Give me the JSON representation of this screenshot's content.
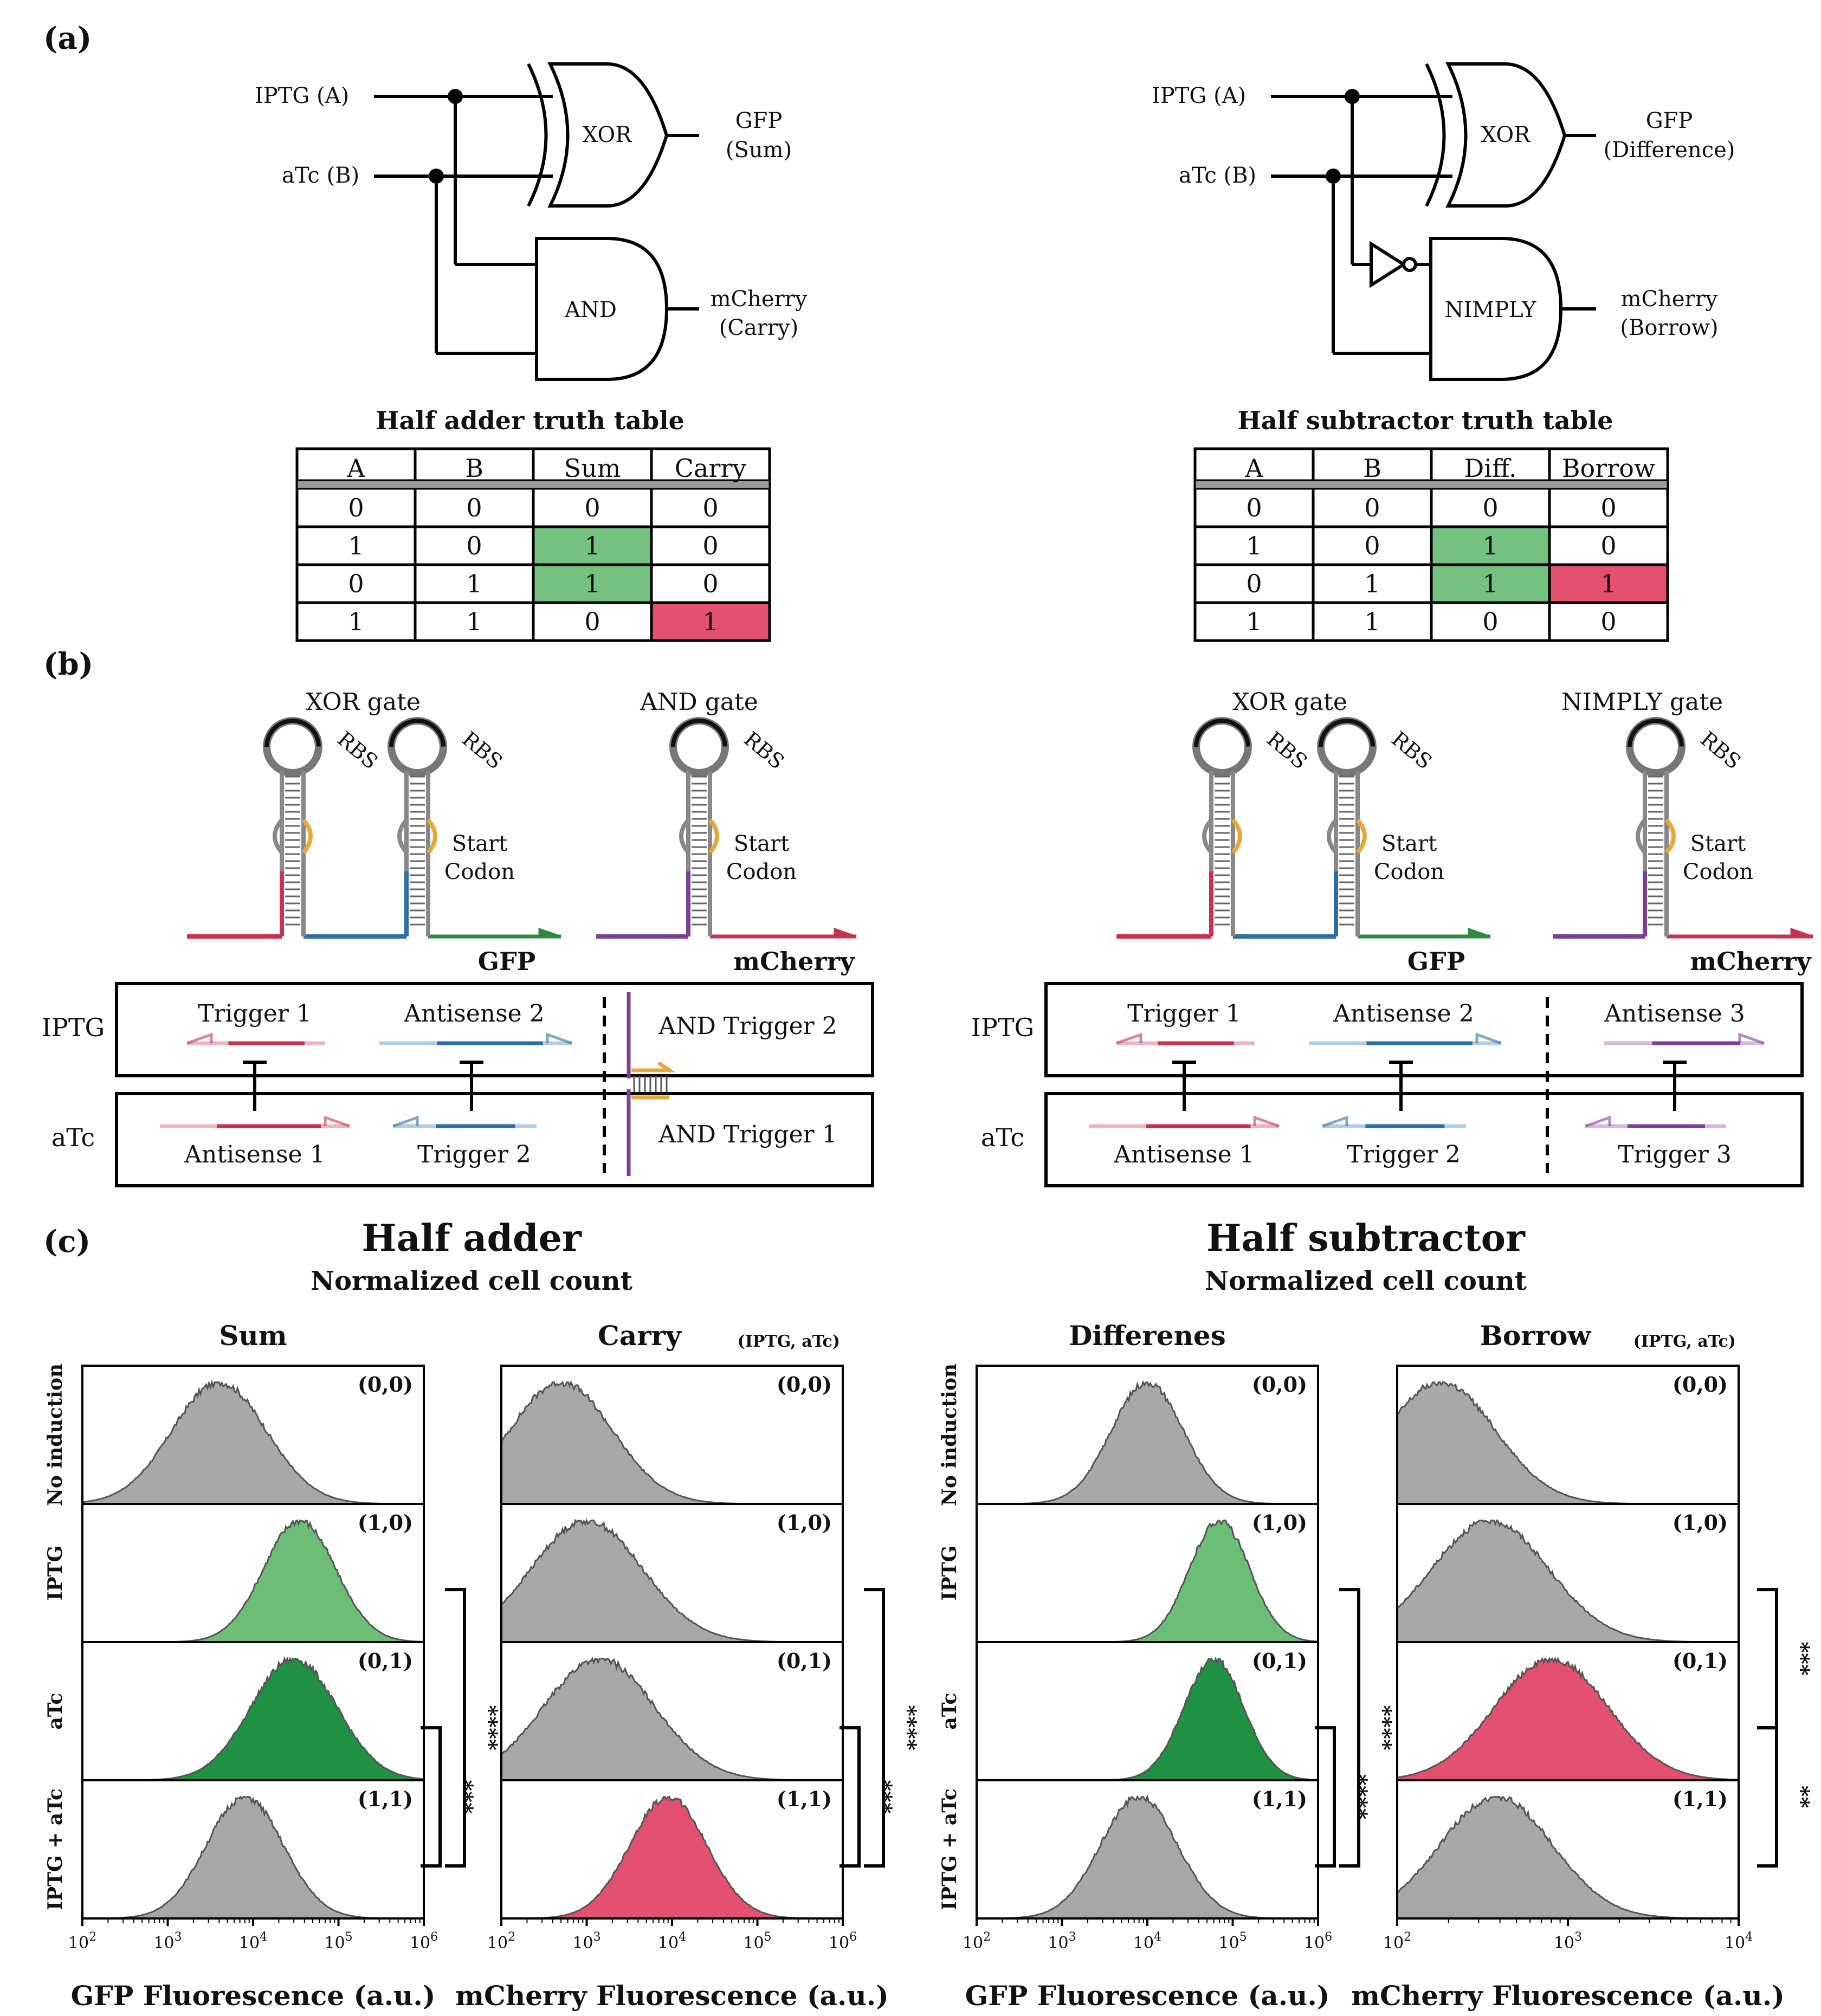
{
  "panel_labels": {
    "a": "(a)",
    "b": "(b)",
    "c": "(c)"
  },
  "circuits": {
    "adder": {
      "input_a": "IPTG (A)",
      "input_b": "aTc (B)",
      "gate1": "XOR",
      "gate2": "AND",
      "out1_line1": "GFP",
      "out1_line2": "(Sum)",
      "out2_line1": "mCherry",
      "out2_line2": "(Carry)"
    },
    "subtractor": {
      "input_a": "IPTG (A)",
      "input_b": "aTc (B)",
      "gate1": "XOR",
      "gate2": "NIMPLY",
      "out1_line1": "GFP",
      "out1_line2": "(Difference)",
      "out2_line1": "mCherry",
      "out2_line2": "(Borrow)"
    }
  },
  "truth_tables": {
    "adder": {
      "title": "Half adder truth table",
      "headers": [
        "A",
        "B",
        "Sum",
        "Carry"
      ],
      "rows": [
        [
          "0",
          "0",
          "0",
          "0"
        ],
        [
          "1",
          "0",
          "1",
          "0"
        ],
        [
          "0",
          "1",
          "1",
          "0"
        ],
        [
          "1",
          "1",
          "0",
          "1"
        ]
      ],
      "highlight": [
        [
          null,
          null,
          null,
          null
        ],
        [
          null,
          null,
          "green",
          null
        ],
        [
          null,
          null,
          "green",
          null
        ],
        [
          null,
          null,
          null,
          "pink"
        ]
      ]
    },
    "subtractor": {
      "title": "Half subtractor truth table",
      "headers": [
        "A",
        "B",
        "Diff.",
        "Borrow"
      ],
      "rows": [
        [
          "0",
          "0",
          "0",
          "0"
        ],
        [
          "1",
          "0",
          "1",
          "0"
        ],
        [
          "0",
          "1",
          "1",
          "1"
        ],
        [
          "1",
          "1",
          "0",
          "0"
        ]
      ],
      "highlight": [
        [
          null,
          null,
          null,
          null
        ],
        [
          null,
          null,
          "green",
          null
        ],
        [
          null,
          null,
          "green",
          "pink"
        ],
        [
          null,
          null,
          null,
          null
        ]
      ]
    }
  },
  "colors": {
    "green": "#75c17f",
    "pink": "#e4506f",
    "dark_green": "#1e9242",
    "light_green": "#6cbd76",
    "gray_hist": "#a8a8a8",
    "red": "#c8324e",
    "blue": "#2c6ea6",
    "purple": "#7b3f97",
    "orange": "#e7a83a",
    "seq_green": "#2b8a3e"
  },
  "parts": {
    "adder": {
      "gate1_title": "XOR gate",
      "gate2_title": "AND gate",
      "rbs": "RBS",
      "start_line1": "Start",
      "start_line2": "Codon",
      "reporter1": "GFP",
      "reporter2": "mCherry",
      "row1": "IPTG",
      "row2": "aTc",
      "iptg_items": [
        "Trigger 1",
        "Antisense 2",
        "AND Trigger 2"
      ],
      "atc_items": [
        "Antisense 1",
        "Trigger 2",
        "AND Trigger 1"
      ]
    },
    "subtractor": {
      "gate1_title": "XOR gate",
      "gate2_title": "NIMPLY gate",
      "rbs": "RBS",
      "start_line1": "Start",
      "start_line2": "Codon",
      "reporter1": "GFP",
      "reporter2": "mCherry",
      "row1": "IPTG",
      "row2": "aTc",
      "iptg_items": [
        "Trigger 1",
        "Antisense 2",
        "Antisense 3"
      ],
      "atc_items": [
        "Antisense 1",
        "Trigger 2",
        "Trigger 3"
      ]
    }
  },
  "chart_data": [
    {
      "type": "area",
      "title": "Half adder",
      "subtitle": "Normalized cell count",
      "column_title": "Sum",
      "xlabel": "GFP Fluorescence (a.u.)",
      "x_scale": "log",
      "xlim": [
        100,
        1000000
      ],
      "x_ticks": [
        "10^2",
        "10^3",
        "10^4",
        "10^5",
        "10^6"
      ],
      "row_labels": [
        "No induction",
        "IPTG",
        "aTc",
        "IPTG + aTc"
      ],
      "series": [
        {
          "name": "(0,0)",
          "peak_x": 4000,
          "width_decades": 0.55,
          "color": "gray"
        },
        {
          "name": "(1,0)",
          "peak_x": 35000,
          "width_decades": 0.42,
          "color": "light_green"
        },
        {
          "name": "(0,1)",
          "peak_x": 30000,
          "width_decades": 0.5,
          "color": "dark_green"
        },
        {
          "name": "(1,1)",
          "peak_x": 8000,
          "width_decades": 0.45,
          "color": "gray"
        }
      ],
      "significance": [
        {
          "rows": [
            1,
            3
          ],
          "label": "****"
        },
        {
          "rows": [
            2,
            3
          ],
          "label": "***"
        }
      ]
    },
    {
      "type": "area",
      "column_title": "Carry",
      "condition_header": "(IPTG, aTc)",
      "xlabel": "mCherry Fluorescence (a.u.)",
      "x_scale": "log",
      "xlim": [
        100,
        1000000
      ],
      "x_ticks": [
        "10^2",
        "10^3",
        "10^4",
        "10^5",
        "10^6"
      ],
      "series": [
        {
          "name": "(0,0)",
          "peak_x": 500,
          "width_decades": 0.6,
          "color": "gray"
        },
        {
          "name": "(1,0)",
          "peak_x": 1000,
          "width_decades": 0.65,
          "color": "gray"
        },
        {
          "name": "(0,1)",
          "peak_x": 1400,
          "width_decades": 0.65,
          "color": "gray"
        },
        {
          "name": "(1,1)",
          "peak_x": 9000,
          "width_decades": 0.45,
          "color": "pink"
        }
      ],
      "significance": [
        {
          "rows": [
            1,
            3
          ],
          "label": "****"
        },
        {
          "rows": [
            2,
            3
          ],
          "label": "***"
        }
      ]
    },
    {
      "type": "area",
      "title": "Half subtractor",
      "subtitle": "Normalized cell count",
      "column_title": "Differenes",
      "xlabel": "GFP Fluorescence (a.u.)",
      "x_scale": "log",
      "xlim": [
        100,
        1000000
      ],
      "x_ticks": [
        "10^2",
        "10^3",
        "10^4",
        "10^5",
        "10^6"
      ],
      "row_labels": [
        "No induction",
        "IPTG",
        "aTc",
        "IPTG + aTc"
      ],
      "series": [
        {
          "name": "(0,0)",
          "peak_x": 10000,
          "width_decades": 0.42,
          "color": "gray"
        },
        {
          "name": "(1,0)",
          "peak_x": 70000,
          "width_decades": 0.35,
          "color": "light_green"
        },
        {
          "name": "(0,1)",
          "peak_x": 60000,
          "width_decades": 0.35,
          "color": "dark_green"
        },
        {
          "name": "(1,1)",
          "peak_x": 8000,
          "width_decades": 0.45,
          "color": "gray"
        }
      ],
      "significance": [
        {
          "rows": [
            1,
            3
          ],
          "label": "****"
        },
        {
          "rows": [
            2,
            3
          ],
          "label": "****"
        }
      ]
    },
    {
      "type": "area",
      "column_title": "Borrow",
      "condition_header": "(IPTG, aTc)",
      "xlabel": "mCherry Fluorescence (a.u.)",
      "x_scale": "log",
      "xlim": [
        100,
        10000
      ],
      "x_ticks": [
        "10^2",
        "10^3",
        "10^4"
      ],
      "series": [
        {
          "name": "(0,0)",
          "peak_x": 180,
          "width_decades": 0.32,
          "color": "gray"
        },
        {
          "name": "(1,0)",
          "peak_x": 350,
          "width_decades": 0.34,
          "color": "gray"
        },
        {
          "name": "(0,1)",
          "peak_x": 800,
          "width_decades": 0.33,
          "color": "pink"
        },
        {
          "name": "(1,1)",
          "peak_x": 380,
          "width_decades": 0.33,
          "color": "gray"
        }
      ],
      "significance": [
        {
          "rows": [
            1,
            2
          ],
          "label": "***"
        },
        {
          "rows": [
            2,
            3
          ],
          "label": "**"
        }
      ]
    }
  ]
}
